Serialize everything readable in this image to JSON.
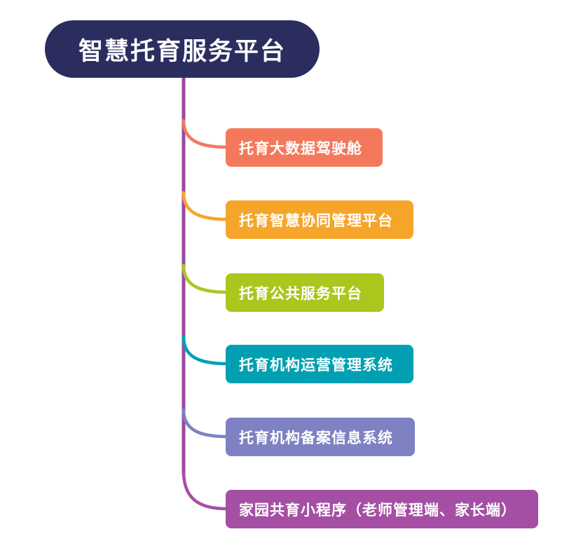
{
  "root": {
    "label": "智慧托育服务平台",
    "color": "#2B2D5F"
  },
  "trunk_color": "#9C49A0",
  "branches": [
    {
      "label": "托育大数据驾驶舱",
      "color": "#F4795C"
    },
    {
      "label": "托育智慧协同管理平台",
      "color": "#F6A52B"
    },
    {
      "label": "托育公共服务平台",
      "color": "#ABC61D"
    },
    {
      "label": "托育机构运营管理系统",
      "color": "#00A0B2"
    },
    {
      "label": "托育机构备案信息系统",
      "color": "#7E81C2"
    },
    {
      "label": "家园共育小程序（老师管理端、家长端）",
      "color": "#A44FA4"
    }
  ]
}
